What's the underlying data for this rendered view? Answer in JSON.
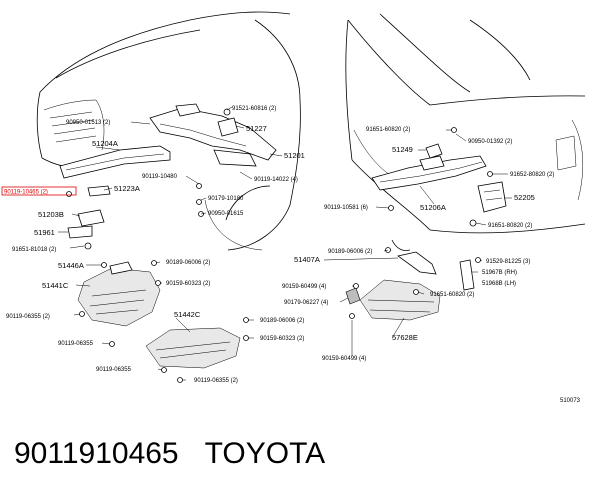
{
  "diagram": {
    "highlight_color": "#e00000",
    "callouts_left": {
      "highlighted": "90119-10465 (2)",
      "c1": "90950-01513 (2)",
      "c2": "91521-60816 (2)",
      "c3": "51227",
      "c4": "51204A",
      "c5": "51201",
      "c6": "90119-10480",
      "c7": "51223A",
      "c8": "90119-14022 (4)",
      "c9": "90179-10180",
      "c10": "90950-01615",
      "c11": "51203B",
      "c12": "51961",
      "c13": "91651-81018 (2)",
      "c14": "51446A",
      "c15": "90189-06006 (2)",
      "c16": "51441C",
      "c17": "90159-60323 (2)",
      "c18": "90119-06355 (2)",
      "c19": "90119-06355",
      "c20": "51442C",
      "c21": "90189-06006 (2)",
      "c22": "90159-60323 (2)",
      "c23": "90119-06355",
      "c24": "90119-06355 (2)"
    },
    "callouts_right": {
      "r1": "91651-60820 (2)",
      "r2": "90950-01392 (2)",
      "r3": "51249",
      "r4": "91652-80820 (2)",
      "r5": "52205",
      "r6": "90119-10581 (6)",
      "r7": "51206A",
      "r8": "91651-80820 (2)",
      "r9": "90189-06006 (2)",
      "r10": "51407A",
      "r11": "91529-81225 (3)",
      "r12": "51967B (RH)",
      "r13": "51968B (LH)",
      "r14": "90159-60499 (4)",
      "r15": "91651-60820 (2)",
      "r16": "90179-06227 (4)",
      "r17": "57628E",
      "r18": "90159-60499 (4)"
    },
    "figure_number": "510073"
  },
  "caption": {
    "part_number": "9011910465",
    "brand": "TOYOTA"
  }
}
